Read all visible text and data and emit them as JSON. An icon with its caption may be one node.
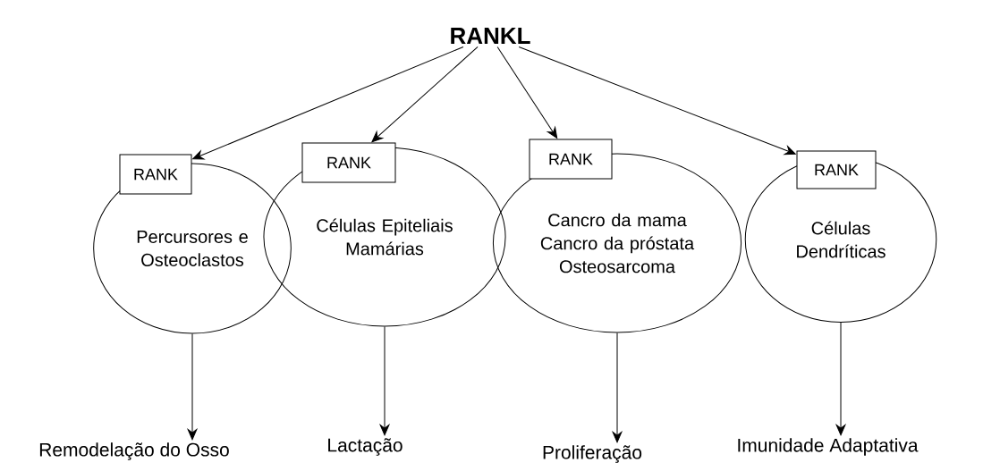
{
  "diagram": {
    "nodes": [
      {
        "text": [
          "RANKL"
        ]
      },
      {
        "text": [
          "RANK"
        ]
      },
      {
        "text": [
          "Percursores e Osteoclastos"
        ]
      },
      {
        "text": [
          "RANK"
        ]
      },
      {
        "text": [
          "Células Epiteliais Mamárias"
        ]
      },
      {
        "text": [
          "RANK"
        ]
      },
      {
        "text": [
          "Cancro da mama",
          "Cancro da próstata",
          "Osteosarcoma"
        ]
      },
      {
        "text": [
          "RANK"
        ]
      },
      {
        "text": [
          "Células Dendríticas"
        ]
      },
      {
        "text": [
          "Remodelação do Osso"
        ]
      },
      {
        "text": [
          "Lactação"
        ]
      },
      {
        "text": [
          "Proliferação"
        ]
      },
      {
        "text": [
          "Imunidade Adaptativa"
        ]
      }
    ],
    "edges": [
      {
        "from": 0,
        "to": 1,
        "arrow": "to"
      },
      {
        "from": 0,
        "to": 3,
        "arrow": "to"
      },
      {
        "from": 0,
        "to": 5,
        "arrow": "to"
      },
      {
        "from": 0,
        "to": 7,
        "arrow": "to"
      },
      {
        "from": 2,
        "to": 9,
        "arrow": "to"
      },
      {
        "from": 4,
        "to": 10,
        "arrow": "to"
      },
      {
        "from": 6,
        "to": 11,
        "arrow": "to"
      },
      {
        "from": 8,
        "to": 12,
        "arrow": "to"
      }
    ]
  }
}
